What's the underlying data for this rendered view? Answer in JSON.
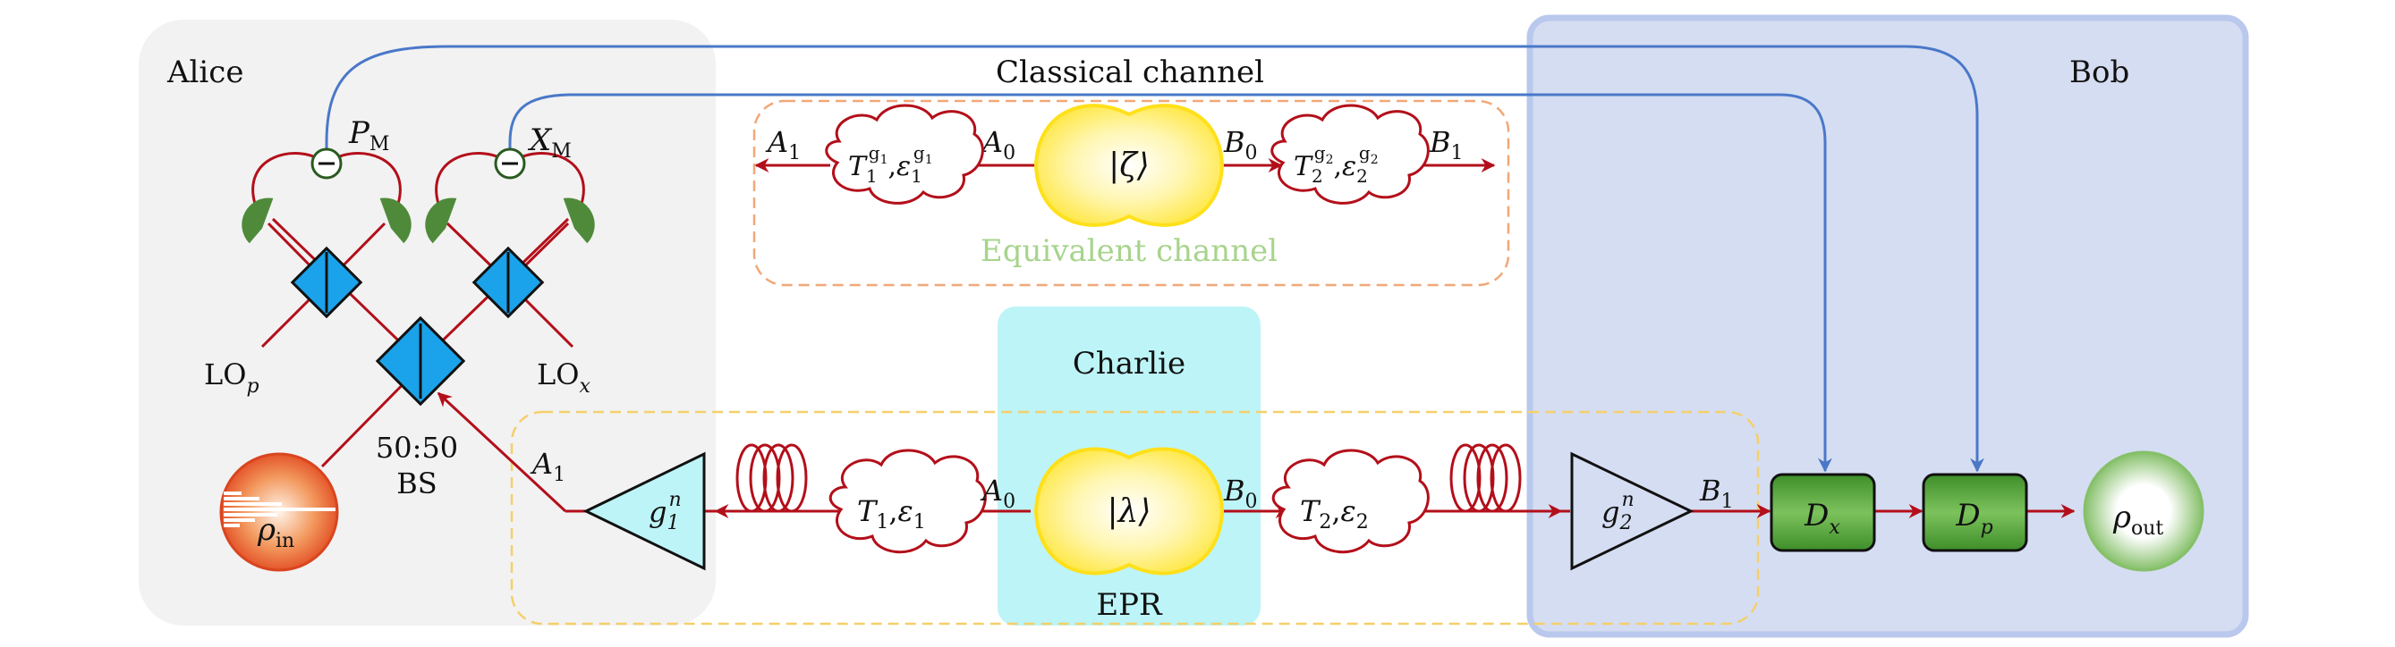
{
  "regions": {
    "alice": "Alice",
    "bob": "Bob",
    "charlie": "Charlie",
    "classical": "Classical channel",
    "equivalent": "Equivalent channel",
    "epr": "EPR"
  },
  "labels": {
    "pm_main": "P",
    "pm_sub": "M",
    "xm_main": "X",
    "xm_sub": "M",
    "lop_main": "LO",
    "lop_sub": "p",
    "lox_main": "LO",
    "lox_sub": "x",
    "bs_ratio": "50:50",
    "bs_name": "BS",
    "rho_in_main": "ρ",
    "rho_in_sub": "in",
    "rho_out_main": "ρ",
    "rho_out_sub": "out",
    "a1_bottom_main": "A",
    "a1_bottom_sub": "1",
    "a0_bottom_main": "A",
    "a0_bottom_sub": "0",
    "b0_bottom_main": "B",
    "b0_bottom_sub": "0",
    "b1_bottom_main": "B",
    "b1_bottom_sub": "1",
    "a1_top_main": "A",
    "a1_top_sub": "1",
    "a0_top_main": "A",
    "a0_top_sub": "0",
    "b0_top_main": "B",
    "b0_top_sub": "0",
    "b1_top_main": "B",
    "b1_top_sub": "1",
    "g1_main": "g",
    "g1_sub": "1",
    "g1_sup": "n",
    "g2_main": "g",
    "g2_sub": "2",
    "g2_sup": "n",
    "dx_main": "D",
    "dx_sub": "x",
    "dp_main": "D",
    "dp_sub": "p",
    "lambda": "|λ⟩",
    "zeta": "|ζ⟩",
    "t1e1_t": "T",
    "t1e1_tsub": "1",
    "t1e1_sep": ",",
    "t1e1_e": "ε",
    "t1e1_esub": "1",
    "t2e2_t": "T",
    "t2e2_tsub": "2",
    "t2e2_sep": ",",
    "t2e2_e": "ε",
    "t2e2_esub": "2",
    "tg1_t": "T",
    "tg1_tsub": "1",
    "tg1_tsup": "g",
    "tg1_tsupsub": "1",
    "tg1_sep": ",",
    "tg1_e": "ε",
    "tg1_esub": "1",
    "tg1_esup": "g",
    "tg1_esupsub": "1",
    "tg2_t": "T",
    "tg2_tsub": "2",
    "tg2_tsup": "g",
    "tg2_tsupsub": "2",
    "tg2_sep": ",",
    "tg2_e": "ε",
    "tg2_esub": "2",
    "tg2_esup": "g",
    "tg2_esupsub": "2"
  },
  "colors": {
    "beam": "#b30f1a",
    "classical_wire": "#4a78c8",
    "alice_bg": "#f2f2f2",
    "bob_bg": "#d5ddf2",
    "charlie_bg": "#bdf4f7",
    "bs_fill": "#1aa3ea",
    "detector": "#4f8a3a",
    "module_fill": "#5da23f",
    "source_fill": "#fff06a",
    "equivalent_text": "#a7d48c",
    "dashed_orange": "#f0a878",
    "dashed_yellow": "#f5cf6a"
  }
}
